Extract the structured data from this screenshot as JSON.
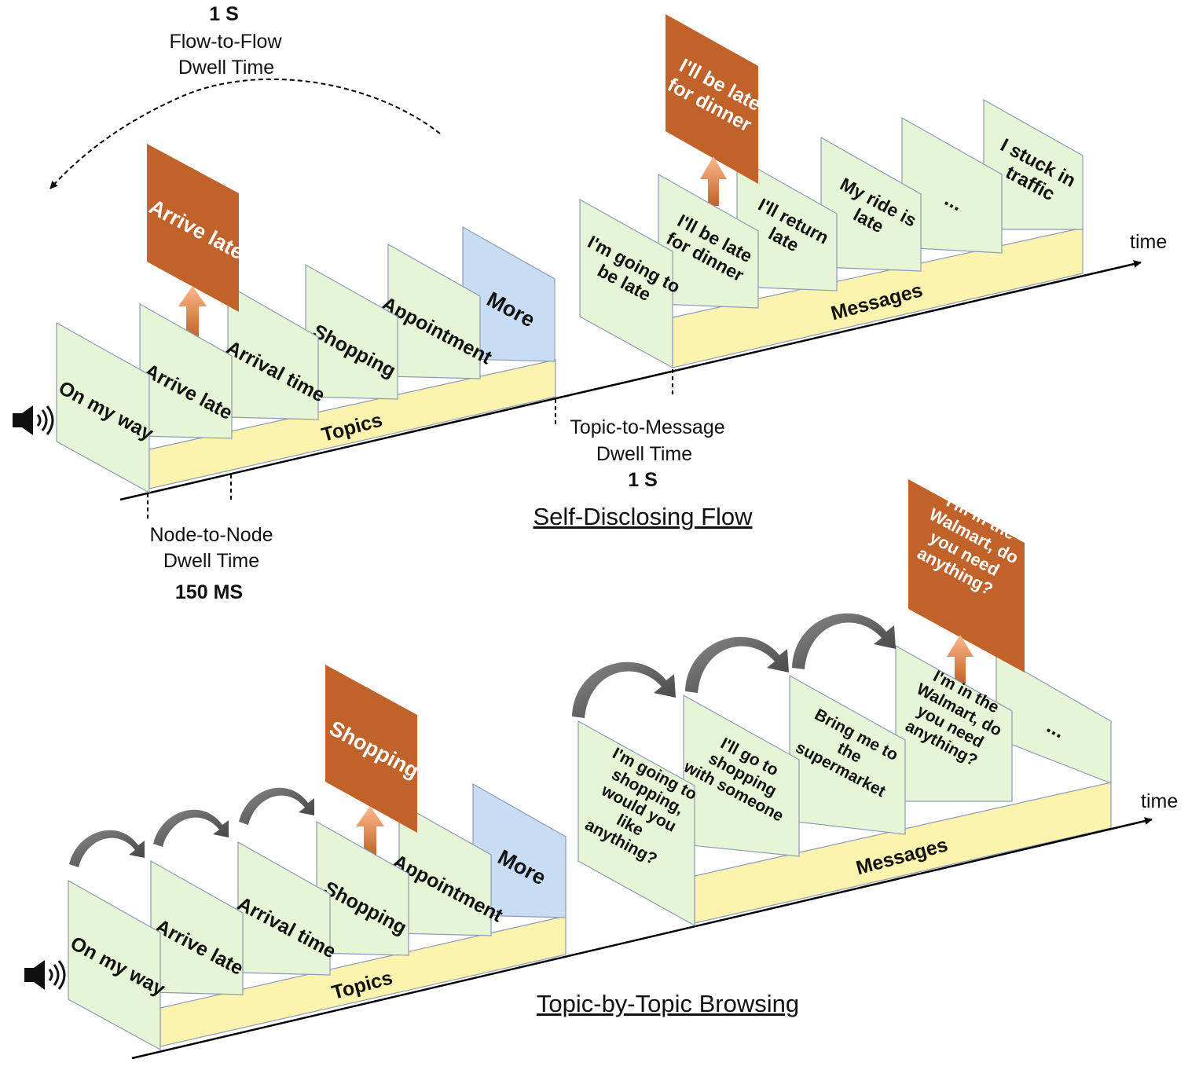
{
  "colors": {
    "card_fill": "#e6f5d6",
    "card_stroke": "#8c9ab8",
    "more_fill": "#c8dcf3",
    "selected_fill": "#c0622a",
    "bar_fill": "#fcf3ae",
    "arrow_up": "#f08a3a",
    "curve_arrow": "#6e6e6e"
  },
  "top": {
    "title": "Self-Disclosing Flow",
    "time_label": "time",
    "topics_label": "Topics",
    "messages_label": "Messages",
    "topics": [
      "On my way",
      "Arrive late",
      "Arrival time",
      "Shopping",
      "Appointment",
      "More"
    ],
    "messages": [
      "I'm going to be late",
      "I'll be late for dinner",
      "I'll return late",
      "My ride is late",
      "...",
      "I stuck in traffic"
    ],
    "selected_topic": "Arrive late",
    "selected_message": "I'll be late for dinner",
    "flow_to_flow": {
      "value": "1 S",
      "line1": "Flow-to-Flow",
      "line2": "Dwell Time"
    },
    "topic_to_message": {
      "line1": "Topic-to-Message",
      "line2": "Dwell Time",
      "value": "1 S"
    },
    "node_to_node": {
      "line1": "Node-to-Node",
      "line2": "Dwell Time",
      "value": "150 MS"
    }
  },
  "bottom": {
    "title": "Topic-by-Topic Browsing",
    "time_label": "time",
    "topics_label": "Topics",
    "messages_label": "Messages",
    "topics": [
      "On my way",
      "Arrive late",
      "Arrival time",
      "Shopping",
      "Appointment",
      "More"
    ],
    "messages": [
      "I'm going to shopping, would you like anything?",
      "I'll go to shopping with someone",
      "Bring me to the supermarket",
      "I'm in the Walmart, do you need anything?",
      "..."
    ],
    "selected_topic": "Shopping",
    "selected_message": "I'm in the Walmart, do you need anything?"
  }
}
